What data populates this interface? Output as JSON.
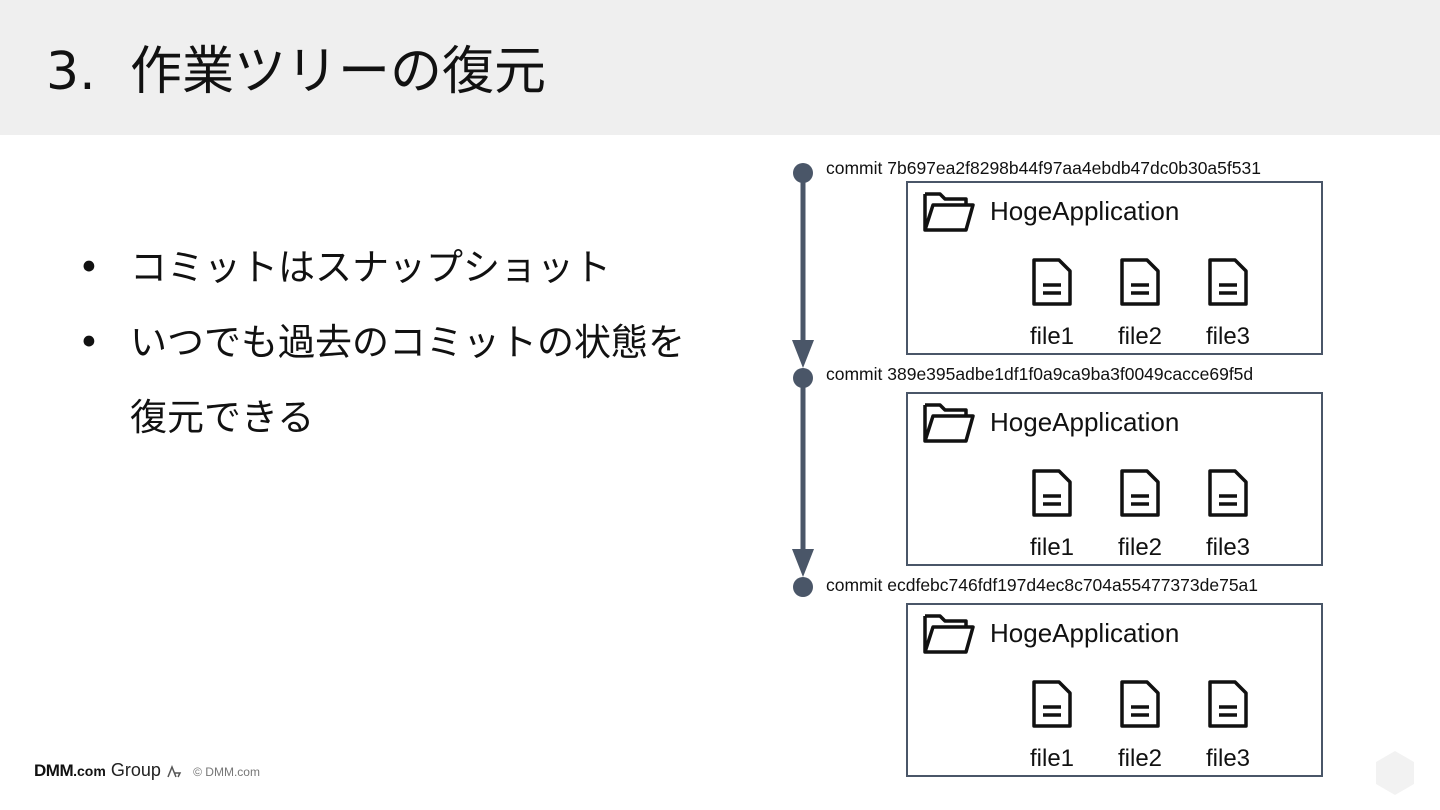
{
  "slide": {
    "number": "3.",
    "title": "作業ツリーの復元"
  },
  "bullets": [
    {
      "marker": "•",
      "text": "コミットはスナップショット",
      "continuation": ""
    },
    {
      "marker": "•",
      "text": "いつでも過去のコミットの状態を",
      "continuation": "復元できる"
    }
  ],
  "commits": [
    {
      "label": "commit 7b697ea2f8298b44f97aa4ebdb47dc0b30a5f531",
      "folder": "HogeApplication",
      "files": [
        "file1",
        "file2",
        "file3"
      ]
    },
    {
      "label": "commit 389e395adbe1df1f0a9ca9ba3f0049cacce69f5d",
      "folder": "HogeApplication",
      "files": [
        "file1",
        "file2",
        "file3"
      ]
    },
    {
      "label": "commit ecdfebc746fdf197d4ec8c704a55477373de75a1",
      "folder": "HogeApplication",
      "files": [
        "file1",
        "file2",
        "file3"
      ]
    }
  ],
  "footer": {
    "logo": "DMM",
    "logo_dotcom": ".com",
    "logo_group": "Group",
    "copyright": "© DMM.com"
  },
  "colors": {
    "header_bg": "#efefef",
    "timeline": "#4a5668",
    "text": "#111111"
  },
  "icons": {
    "folder": "folder-open-icon",
    "file": "document-icon",
    "arrow": "arrow-down-icon",
    "commit_node": "commit-node-icon",
    "page_badge": "hexagon-icon"
  }
}
